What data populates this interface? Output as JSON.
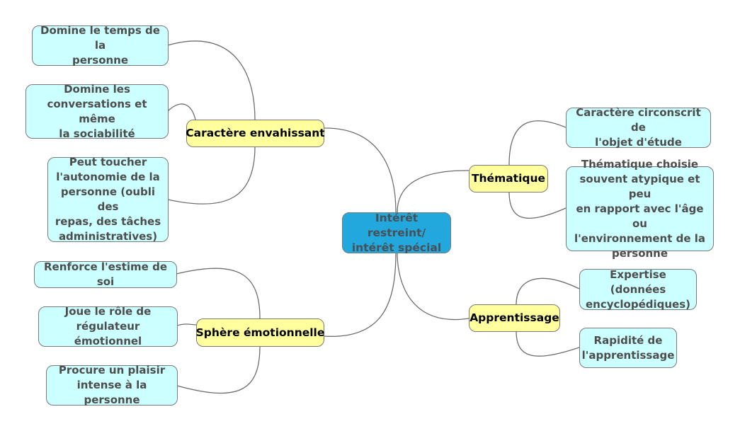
{
  "mindmap": {
    "central": {
      "label": "Intérêt restreint/ intérêt spécial",
      "lines": [
        "Intérêt restreint/",
        "intérêt spécial"
      ]
    },
    "branches": [
      {
        "label": "Caractère envahissant",
        "side": "left",
        "children": [
          {
            "lines": [
              "Domine le temps de la",
              "personne"
            ]
          },
          {
            "lines": [
              "Domine les",
              "conversations et même",
              "la sociabilité"
            ]
          },
          {
            "lines": [
              "Peut toucher",
              "l'autonomie de la",
              "personne (oubli des",
              "repas, des tâches",
              "administratives)"
            ]
          }
        ]
      },
      {
        "label": "Sphère émotionnelle",
        "side": "left",
        "children": [
          {
            "lines": [
              "Renforce l'estime de soi"
            ]
          },
          {
            "lines": [
              "Joue le rôle de",
              "régulateur émotionnel"
            ]
          },
          {
            "lines": [
              "Procure un plaisir",
              "intense à la personne"
            ]
          }
        ]
      },
      {
        "label": "Thématique",
        "side": "right",
        "children": [
          {
            "lines": [
              "Caractère circonscrit de",
              "l'objet d'étude"
            ]
          },
          {
            "lines": [
              "Thématique choisie",
              "souvent atypique et peu",
              "en rapport avec l'âge ou",
              "l'environnement de la",
              "personne"
            ]
          }
        ]
      },
      {
        "label": "Apprentissage",
        "side": "right",
        "children": [
          {
            "lines": [
              "Expertise (données",
              "encyclopédiques)"
            ]
          },
          {
            "lines": [
              "Rapidité de",
              "l'apprentissage"
            ]
          }
        ]
      }
    ]
  },
  "colors": {
    "central_fill": "#22a8dd",
    "branch_fill": "#ffff9e",
    "leaf_fill": "#ccffff",
    "connector": "#6e6e6e"
  }
}
